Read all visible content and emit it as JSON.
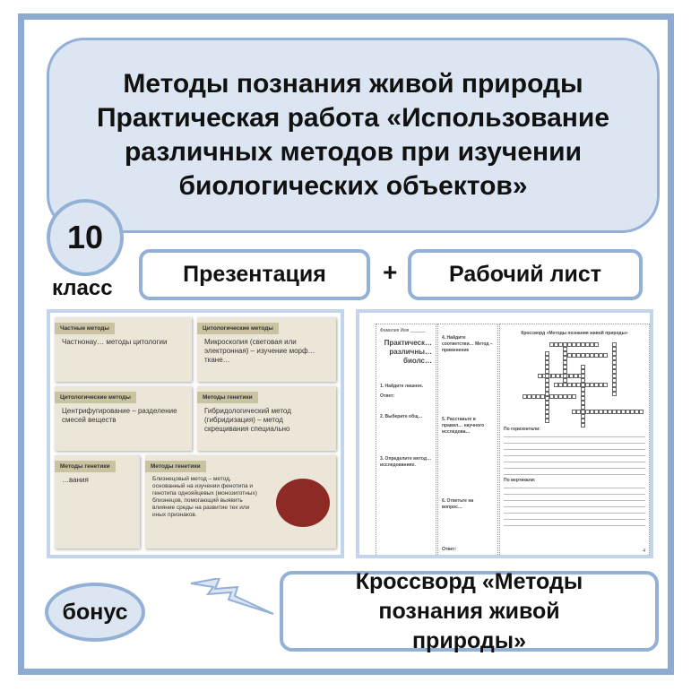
{
  "title": {
    "line1": "Методы познания живой природы",
    "line2": "Практическая работа «Использование",
    "line3": "различных методов при изучении",
    "line4": "биологических объектов»"
  },
  "grade": {
    "number": "10",
    "label": "класс"
  },
  "materials": {
    "presentation": "Презентация",
    "plus": "+",
    "worksheet": "Рабочий лист"
  },
  "slides": [
    {
      "header": "Частные методы",
      "text": "Частнонау… методы цитологии"
    },
    {
      "header": "Цитологические методы",
      "text": "Микроскопия (световая или электронная) – изучение морф… ткане…"
    },
    {
      "header": "Цитологические методы",
      "text": "Центрифугирование – разделение смесей веществ"
    },
    {
      "header": "Методы генетики",
      "text": "Гибридологический метод (гибридизация) – метод скрещивания специально"
    },
    {
      "header": "Методы генетики",
      "text": "…вания"
    },
    {
      "header": "Методы генетики",
      "text": "Близнецовый метод – метод, основанный на изучении фенотипа и генотипа однояйцевых (монозиготных) близнецов, помогающий выявить влияние среды на развитие тех или иных признаков."
    }
  ],
  "worksheet": {
    "col1": {
      "name_line": "Фамилия Имя ______",
      "heading": "Практическ… различны… биолс…",
      "q1": "1. Найдите лишнее.",
      "q2": "2. Выберите общ…",
      "q3": "3. Определите метод… исследованиях.",
      "answer": "Ответ:"
    },
    "col2": {
      "q4": "4. Найдите соответстви… Метод – применение",
      "q5": "5. Расставьте в правил… научного исследова…",
      "q6": "6. Ответьте на вопрос…",
      "answer": "Ответ:"
    },
    "col3": {
      "title": "Кроссворд «Методы познания живой природы»",
      "horizontal": "По горизонтали:",
      "vertical": "По вертикали:",
      "page": "4"
    }
  },
  "bonus": {
    "label": "бонус",
    "crossword": "Кроссворд «Методы познания живой природы»"
  },
  "colors": {
    "border": "#8eabd2",
    "fill": "#dce6f2"
  }
}
